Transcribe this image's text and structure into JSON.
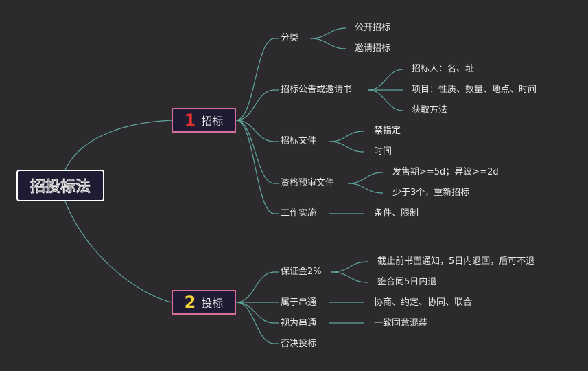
{
  "root": {
    "title": "招投标法"
  },
  "colors": {
    "background": "#2d2a2e",
    "line": "#5fa8a0",
    "branch_border": "#d86e9a",
    "num1": "#e03131",
    "num2": "#f2d23b"
  },
  "branches": [
    {
      "number": "1",
      "label": "招标",
      "children": [
        {
          "label": "分类",
          "children": [
            "公开招标",
            "邀请招标"
          ]
        },
        {
          "label": "招标公告或邀请书",
          "children": [
            "招标人：名、址",
            "项目：性质、数量、地点、时间",
            "获取方法"
          ]
        },
        {
          "label": "招标文件",
          "children": [
            "禁指定",
            "时间"
          ]
        },
        {
          "label": "资格预审文件",
          "children": [
            "发售期>=5d；异议>=2d",
            "少于3个，重新招标"
          ]
        },
        {
          "label": "工作实施",
          "children": [
            "条件、限制"
          ]
        }
      ]
    },
    {
      "number": "2",
      "label": "投标",
      "children": [
        {
          "label": "保证金2%",
          "children": [
            "截止前书面通知，5日内退回，后可不退",
            "签合同5日内退"
          ]
        },
        {
          "label": "属于串通",
          "children": [
            "协商、约定、协同、联合"
          ]
        },
        {
          "label": "视为串通",
          "children": [
            "一致同意混装"
          ]
        },
        {
          "label": "否决投标",
          "children": []
        }
      ]
    }
  ]
}
